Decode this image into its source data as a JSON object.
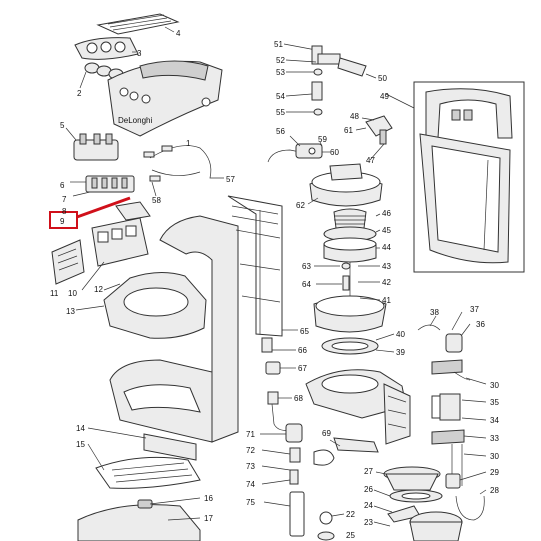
{
  "diagram": {
    "highlight_color": "#d0101a",
    "highlighted_part": "9",
    "brand_mark": "DeLonghi",
    "part_labels": {
      "p1": "1",
      "p2": "2",
      "p3": "3",
      "p4": "4",
      "p5": "5",
      "p6": "6",
      "p7": "7",
      "p8": "8",
      "p9": "9",
      "p10": "10",
      "p11": "11",
      "p12": "12",
      "p13": "13",
      "p14": "14",
      "p15": "15",
      "p16": "16",
      "p17": "17",
      "p22": "22",
      "p23": "23",
      "p24": "24",
      "p25": "25",
      "p26": "26",
      "p27": "27",
      "p28": "28",
      "p29": "29",
      "p30a": "30",
      "p30b": "30",
      "p33": "33",
      "p34": "34",
      "p35": "35",
      "p36": "36",
      "p37": "37",
      "p38": "38",
      "p39": "39",
      "p40": "40",
      "p41": "41",
      "p42": "42",
      "p43": "43",
      "p44": "44",
      "p45": "45",
      "p46": "46",
      "p47": "47",
      "p48": "48",
      "p49": "49",
      "p50": "50",
      "p51": "51",
      "p52": "52",
      "p53": "53",
      "p54": "54",
      "p55": "55",
      "p56": "56",
      "p57": "57",
      "p58": "58",
      "p59": "59",
      "p60": "60",
      "p61": "61",
      "p62": "62",
      "p63": "63",
      "p64": "64",
      "p65": "65",
      "p66": "66",
      "p67": "67",
      "p68": "68",
      "p69": "69",
      "p71": "71",
      "p72": "72",
      "p73": "73",
      "p74": "74",
      "p75": "75"
    }
  }
}
